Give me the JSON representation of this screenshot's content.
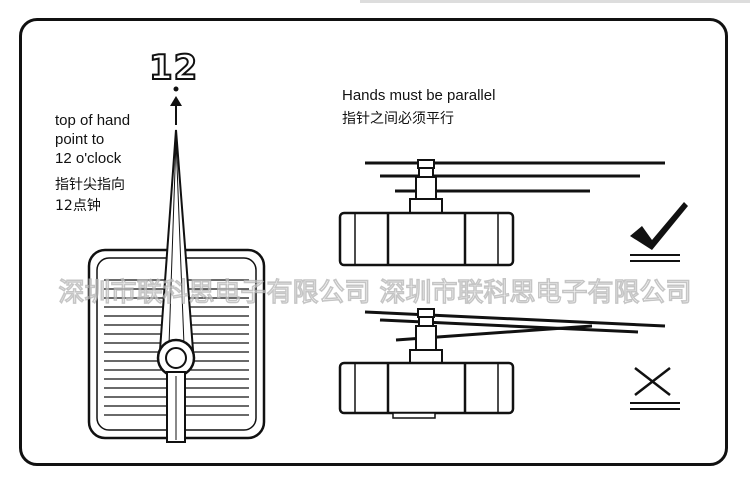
{
  "diagram": {
    "twelve_label": "12",
    "left_caption_en": [
      "top of hand",
      "point to",
      "12 o'clock"
    ],
    "left_caption_cn": [
      "指针尖指向",
      "12点钟"
    ],
    "right_caption_en": "Hands must be parallel",
    "right_caption_cn": "指针之间必须平行",
    "correct_mark": "check-icon",
    "wrong_mark": "cross-icon"
  },
  "watermark": {
    "text": "深圳市联科思电子有限公司 深圳市联科思电子有限公司"
  }
}
